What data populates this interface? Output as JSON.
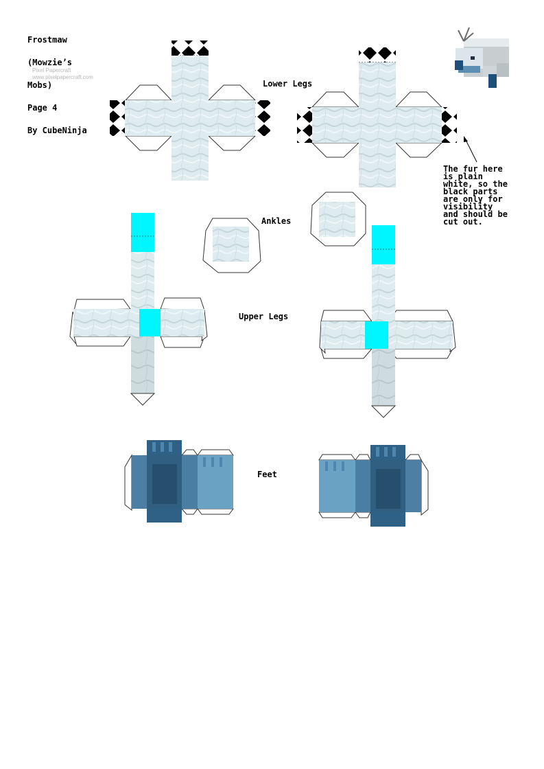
{
  "header": {
    "lines": [
      "Frostmaw",
      "(Mowzie’s",
      "Mobs)",
      "Page 4",
      "By CubeNinja"
    ]
  },
  "credit": {
    "line1": "Pixel Papercraft",
    "line2": "www.pixelpapercraft.com"
  },
  "labels": {
    "lower_legs": "Lower Legs",
    "ankles": "Ankles",
    "upper_legs": "Upper Legs",
    "feet": "Feet"
  },
  "note": {
    "lines": [
      "The fur here",
      "is plain",
      "white, so the",
      "black parts",
      "are only for",
      "visibility",
      "and should be",
      "cut out."
    ]
  },
  "colors": {
    "fur": "#dfecef",
    "fur_shade": "#c9d8dc",
    "marker_cyan": "#00f6ff",
    "foot": "#5486a8",
    "foot_dark": "#2d5878",
    "foot_light": "#6fa6c6"
  }
}
